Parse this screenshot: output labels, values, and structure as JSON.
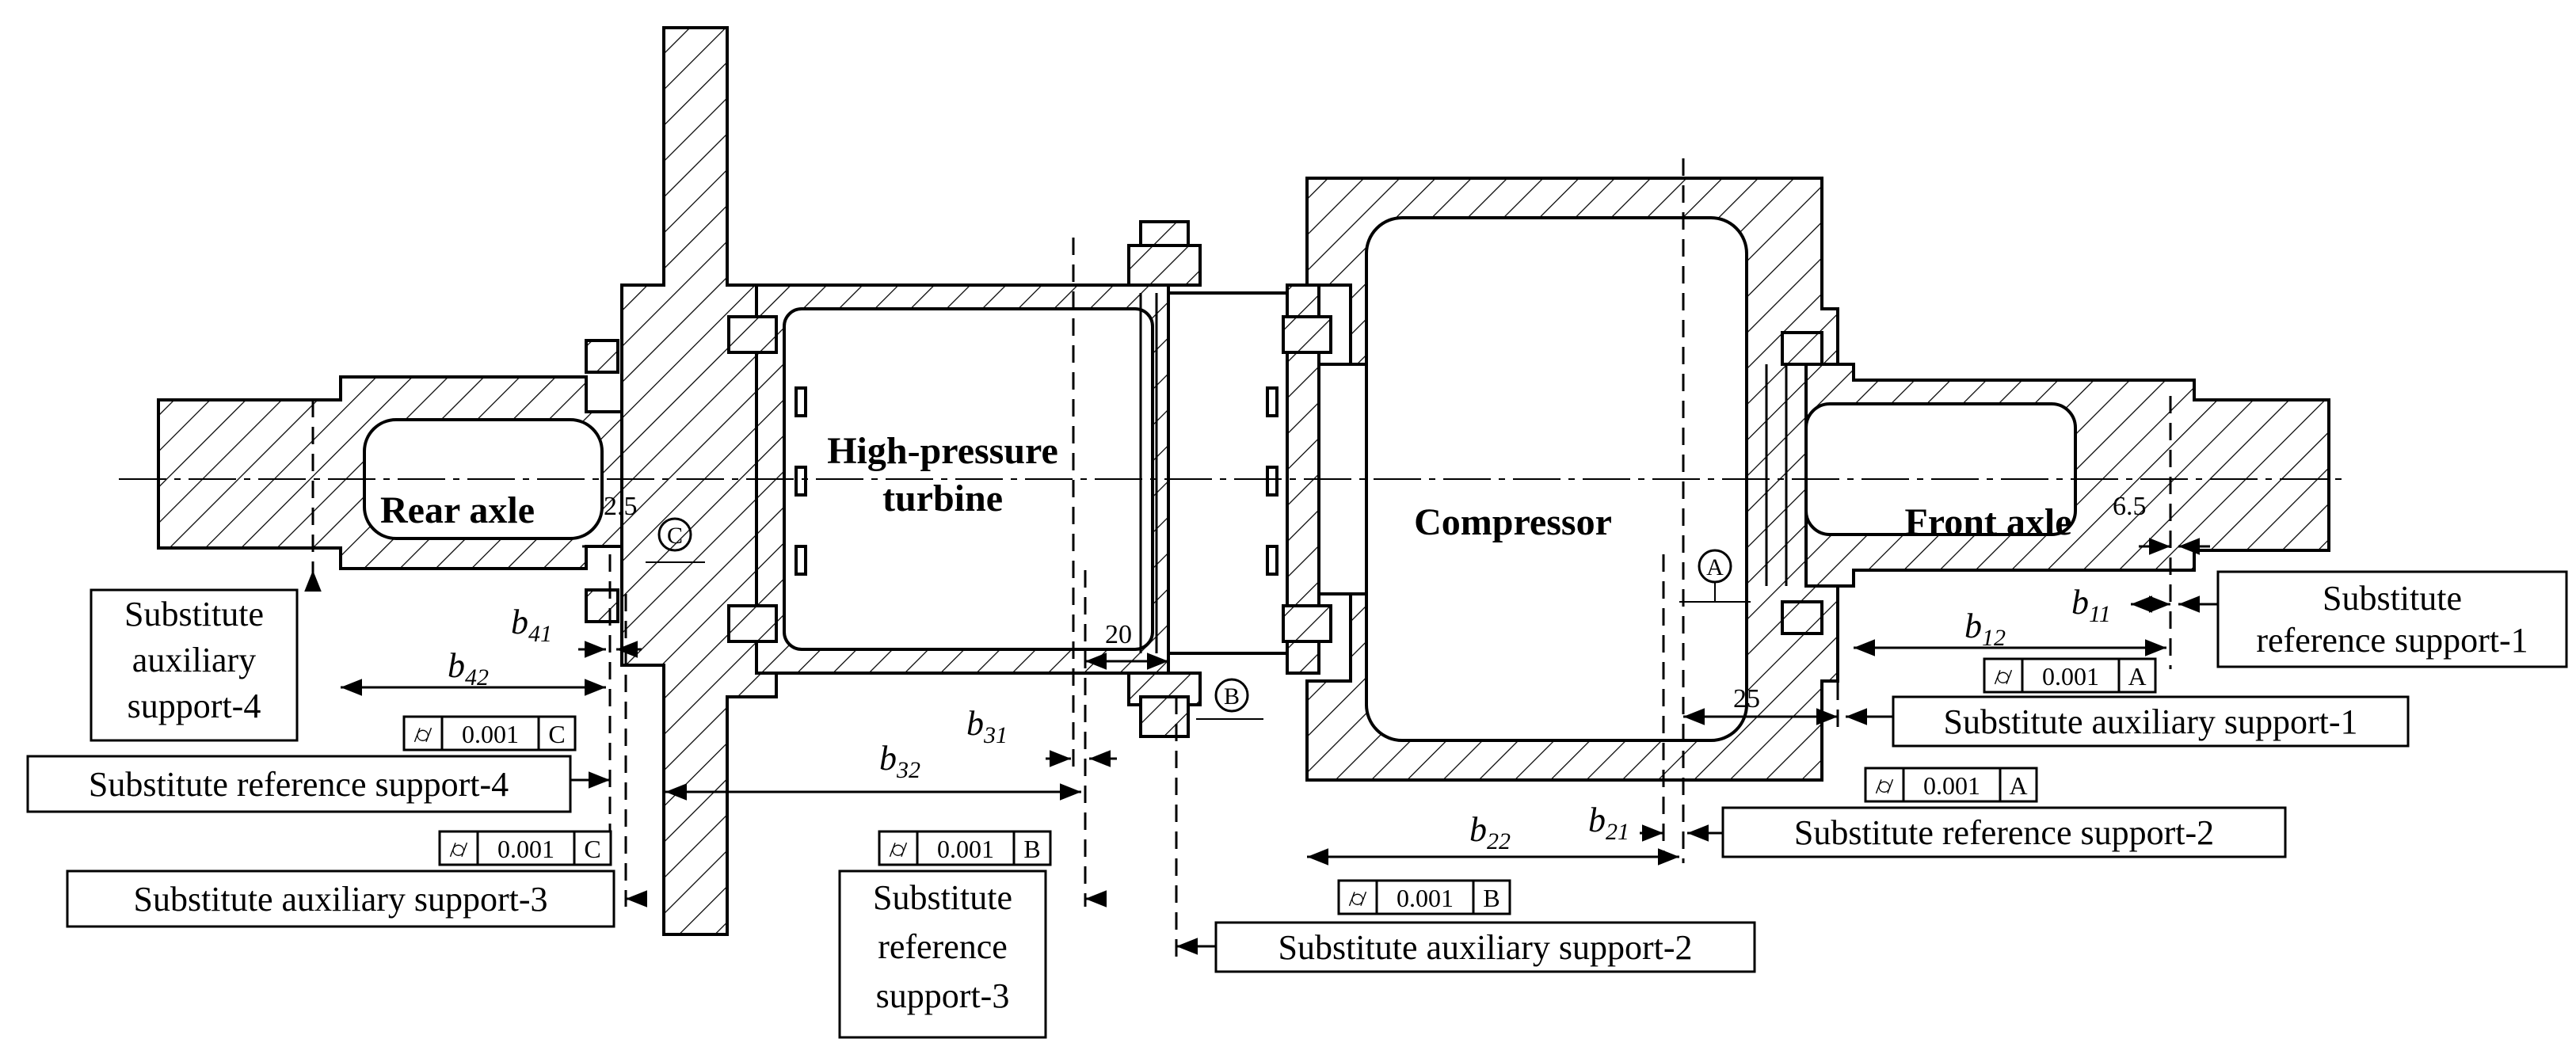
{
  "parts": {
    "rear_axle": "Rear axle",
    "hp_turbine_line1": "High-pressure",
    "hp_turbine_line2": "turbine",
    "compressor": "Compressor",
    "front_axle": "Front axle"
  },
  "datums": {
    "a": "A",
    "b": "B",
    "c": "C"
  },
  "dimensions": {
    "d_2_5": "2.5",
    "d_6_5": "6.5",
    "d_20": "20",
    "d_25": "25",
    "b11": {
      "base": "b",
      "sub": "11"
    },
    "b12": {
      "base": "b",
      "sub": "12"
    },
    "b21": {
      "base": "b",
      "sub": "21"
    },
    "b22": {
      "base": "b",
      "sub": "22"
    },
    "b31": {
      "base": "b",
      "sub": "31"
    },
    "b32": {
      "base": "b",
      "sub": "32"
    },
    "b41": {
      "base": "b",
      "sub": "41"
    },
    "b42": {
      "base": "b",
      "sub": "42"
    }
  },
  "tolerance": {
    "value": "0.001",
    "symbol": "⌭"
  },
  "tolerance_frames": [
    {
      "id": "fcf-front-ref",
      "datum": "A"
    },
    {
      "id": "fcf-front-aux",
      "datum": "A"
    },
    {
      "id": "fcf-ref3",
      "datum": "B"
    },
    {
      "id": "fcf-aux2",
      "datum": "B"
    },
    {
      "id": "fcf-ref4",
      "datum": "C"
    },
    {
      "id": "fcf-aux3",
      "datum": "C"
    }
  ],
  "labels": {
    "ref1_line1": "Substitute",
    "ref1_line2": "reference support-1",
    "aux1": "Substitute auxiliary support-1",
    "ref2": "Substitute reference support-2",
    "aux2": "Substitute auxiliary support-2",
    "ref3_line1": "Substitute",
    "ref3_line2": "reference",
    "ref3_line3": "support-3",
    "aux3": "Substitute auxiliary support-3",
    "ref4": "Substitute reference support-4",
    "aux4_line1": "Substitute",
    "aux4_line2": "auxiliary",
    "aux4_line3": "support-4"
  }
}
